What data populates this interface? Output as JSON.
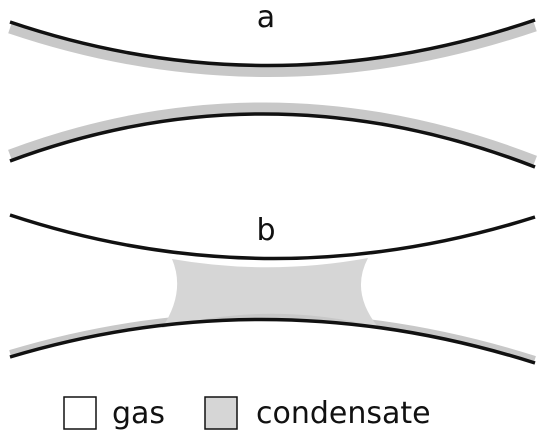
{
  "panels": [
    {
      "label": "a"
    },
    {
      "label": "b"
    }
  ],
  "legend": {
    "gas_label": "gas",
    "condensate_label": "condensate"
  },
  "colors": {
    "wall": "#111111",
    "film": "#c8c8c8",
    "gas": "#ffffff",
    "condensate": "#d6d6d6"
  }
}
